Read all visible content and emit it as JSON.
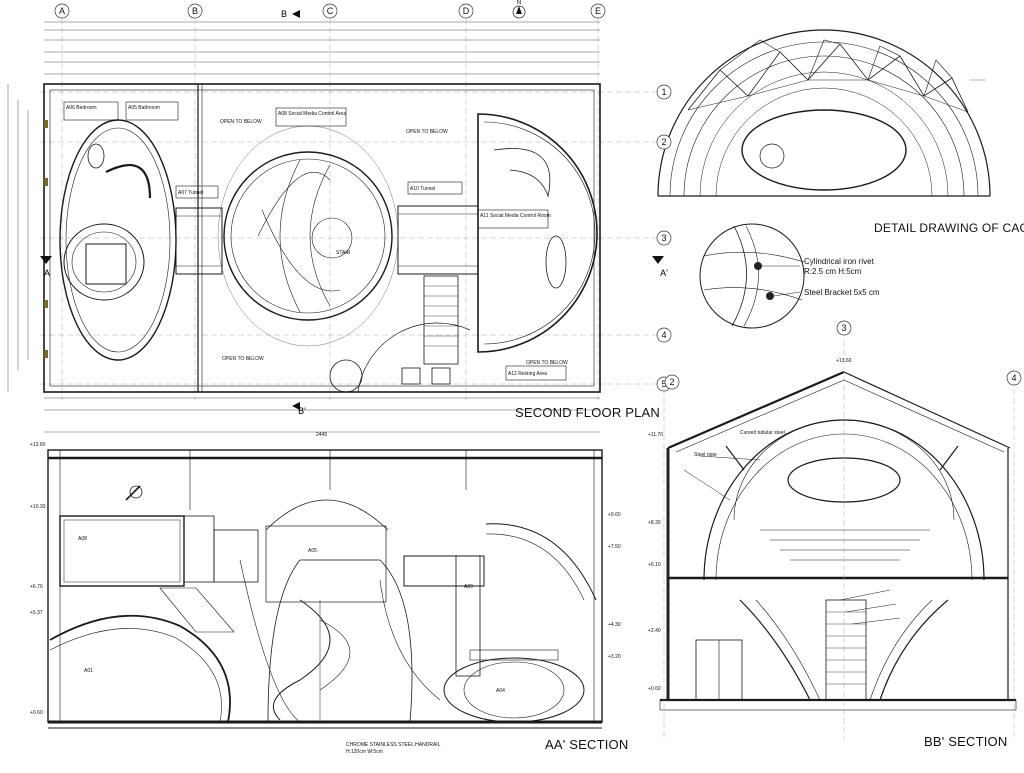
{
  "plan": {
    "title": "SECOND FLOOR PLAN",
    "grid_letters": [
      "A",
      "B",
      "C",
      "D",
      "E"
    ],
    "grid_numbers": [
      "1",
      "2",
      "3",
      "4",
      "5"
    ],
    "section_marks": {
      "a": "A",
      "a_prime": "A'",
      "b": "B",
      "b_prime": "B'"
    },
    "north": "N",
    "rooms": {
      "bedroom": "A06 Bedroom",
      "bathroom": "A05 Bathroom",
      "social_media_control_area": "A08 Social Media Control Area",
      "tunnel_left": "A07 Tunnel",
      "tunnel_right": "A10 Tunnel",
      "social_media_control_room": "A11 Social Media Control Room",
      "resting_area": "A12 Resting Area"
    },
    "notes": {
      "open_to_below": "OPEN TO BELOW",
      "stair": "STAIR",
      "dimension_bottom": "2445"
    }
  },
  "aa_section": {
    "title": "AA' SECTION",
    "handrail_label_line1": "CHROME STAINLESS STEEL HANDRAIL",
    "handrail_label_line2": "H:120cm W:5cm",
    "levels_left": [
      "+13.60",
      "+10.30",
      "+6.70",
      "+5.37",
      "+0.60"
    ],
    "levels_right": [
      "+9.60",
      "+7.50",
      "+4.30",
      "+3.20"
    ],
    "spaces": [
      "A08",
      "A05",
      "A01",
      "A09",
      "A04"
    ]
  },
  "cage_detail": {
    "title": "DETAIL DRAWING OF CAGE",
    "rivet_line1": "Cylindrical iron rivet",
    "rivet_line2": "R:2.5 cm H:5cm",
    "bracket": "Steel Bracket 5x5 cm"
  },
  "bb_section": {
    "title": "BB' SECTION",
    "grid_numbers": [
      "2",
      "3",
      "4"
    ],
    "levels": [
      "+13.60",
      "+11.70",
      "+8.30",
      "+5.10",
      "+2.40",
      "+0.60"
    ],
    "notes": {
      "curved_tubular_steel": "Curved tubular steel",
      "steel_rope": "Steel rope"
    }
  },
  "colors": {
    "line": "#1a1a1a",
    "light_line": "#8a8a8a",
    "dark_fill": "#222222",
    "accent_olive": "#7a6a2a"
  }
}
